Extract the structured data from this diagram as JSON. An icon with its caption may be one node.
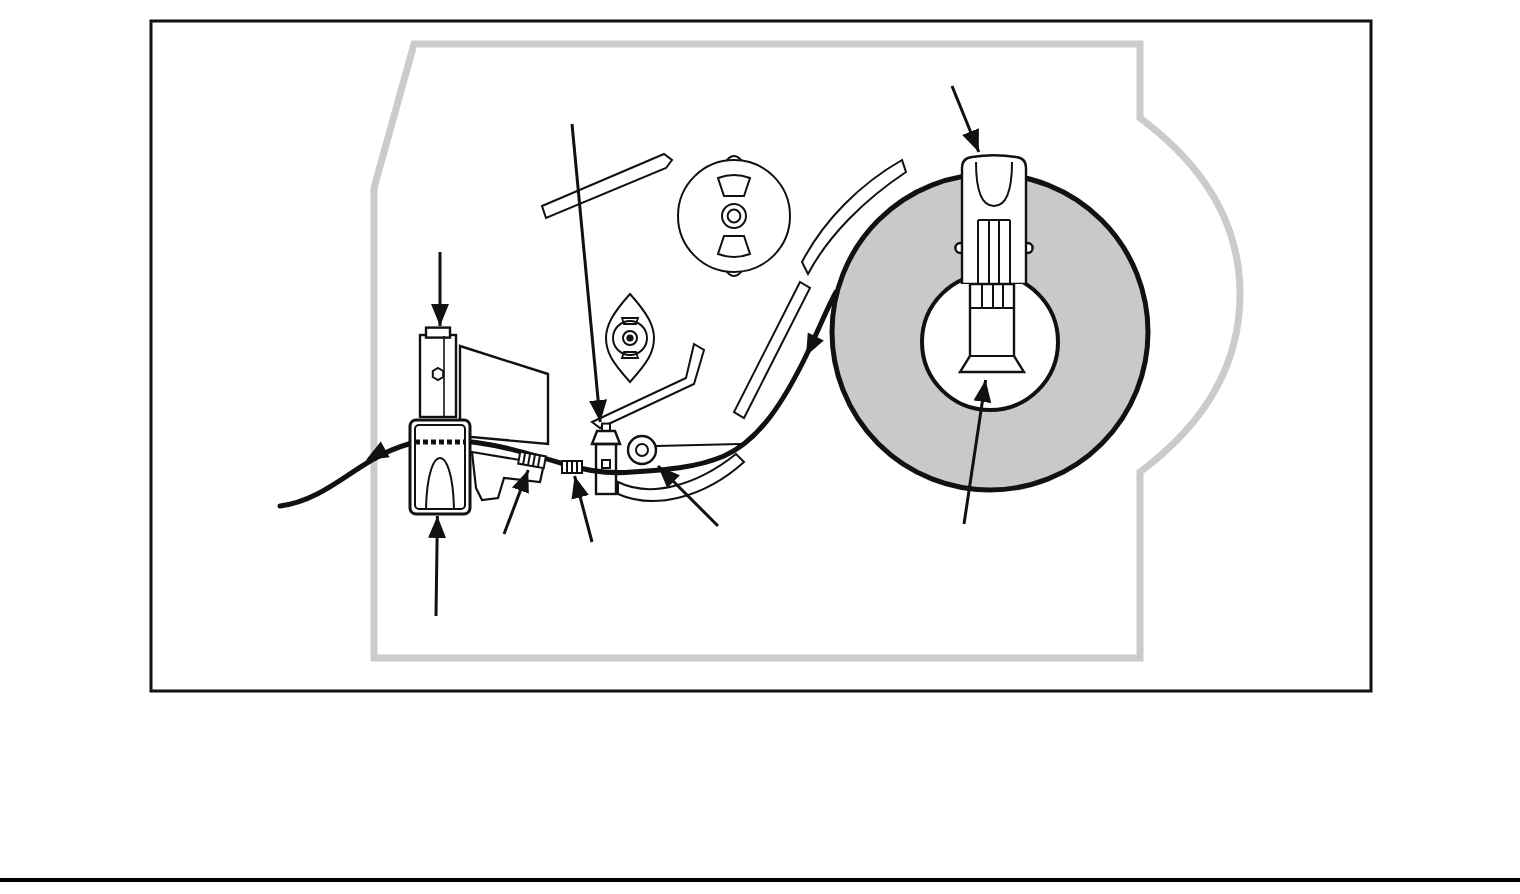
{
  "diagram": {
    "nodes": [
      {
        "text": [],
        "shape": "picture"
      },
      {
        "text": [],
        "shape": "picture"
      },
      {
        "text": [],
        "shape": "picture"
      },
      {
        "text": [],
        "shape": "picture"
      },
      {
        "text": [],
        "shape": "picture"
      },
      {
        "text": [],
        "shape": "picture"
      },
      {
        "text": [],
        "shape": "picture"
      },
      {
        "text": [],
        "shape": "picture"
      }
    ],
    "edges": [
      {
        "from": null,
        "to": 0,
        "arrow": "to"
      },
      {
        "from": null,
        "to": 1,
        "arrow": "to"
      },
      {
        "from": null,
        "to": 2,
        "arrow": "to"
      },
      {
        "from": null,
        "to": 3,
        "arrow": "to"
      },
      {
        "from": null,
        "to": 4,
        "arrow": "to"
      },
      {
        "from": null,
        "to": 5,
        "arrow": "to"
      },
      {
        "from": null,
        "to": 6,
        "arrow": "to"
      },
      {
        "from": null,
        "to": 7,
        "arrow": "to"
      }
    ]
  }
}
